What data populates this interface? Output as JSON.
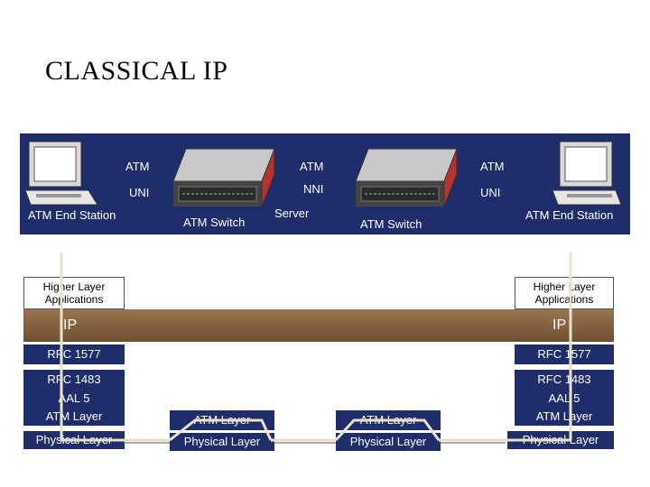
{
  "title": "CLASSICAL IP",
  "network": {
    "labels": {
      "atm_1": "ATM",
      "atm_2": "ATM",
      "atm_3": "ATM",
      "uni_left": "UNI",
      "nni": "NNI",
      "uni_right": "UNI",
      "end_station_left": "ATM End Station",
      "switch_left": "ATM Switch",
      "server": "Server",
      "switch_right": "ATM Switch",
      "end_station_right": "ATM End Station"
    }
  },
  "stacks": {
    "left": {
      "higher_layer": "Higher Layer\nApplications",
      "ip": "IP",
      "rfc1577": "RFC 1577",
      "rfc1483": "RFC 1483",
      "aal5": "AAL 5",
      "atm_layer": "ATM Layer",
      "physical": "Physical  Layer"
    },
    "right": {
      "higher_layer": "Higher Layer\nApplications",
      "ip": "IP",
      "rfc1577": "RFC 1577",
      "rfc1483": "RFC 1483",
      "aal5": "AAL 5",
      "atm_layer": "ATM Layer",
      "physical": "Physical  Layer"
    },
    "switch_left": {
      "atm_layer": "ATM Layer",
      "physical": "Physical  Layer"
    },
    "switch_right": {
      "atm_layer": "ATM Layer",
      "physical": "Physical  Layer"
    }
  },
  "colors": {
    "banner": "#1f2e6a",
    "ip_band": "#8a6440",
    "path_line": "#e8e2c8",
    "switch_body": "#b5352e"
  }
}
